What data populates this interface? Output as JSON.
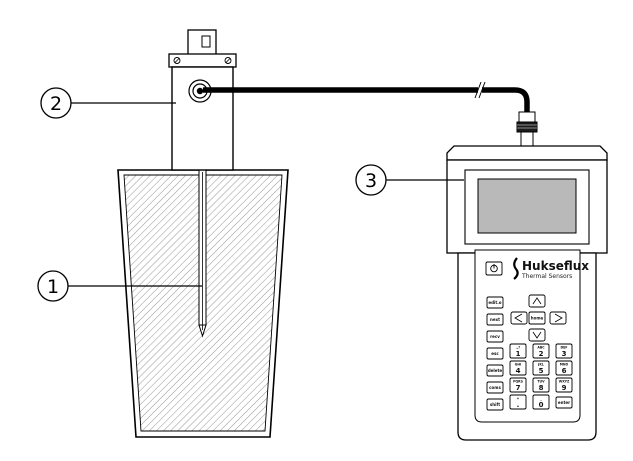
{
  "callouts": [
    {
      "number": "1"
    },
    {
      "number": "2"
    },
    {
      "number": "3"
    }
  ],
  "brand": {
    "name": "Hukseflux",
    "subtitle": "Thermal Sensors"
  },
  "keypad": {
    "left_keys": [
      "edit.o",
      "next",
      "recv",
      "esc",
      "delete",
      "coms",
      "shift"
    ],
    "nav_keys": [
      "home"
    ],
    "digit_keys": [
      {
        "letters": ".,?",
        "digit": "1"
      },
      {
        "letters": "ABC",
        "digit": "2"
      },
      {
        "letters": "DEF",
        "digit": "3"
      },
      {
        "letters": "GHI",
        "digit": "4"
      },
      {
        "letters": "JKL",
        "digit": "5"
      },
      {
        "letters": "MNO",
        "digit": "6"
      },
      {
        "letters": "PQRS",
        "digit": "7"
      },
      {
        "letters": "TUV",
        "digit": "8"
      },
      {
        "letters": "WXYZ",
        "digit": "9"
      },
      {
        "letters": "+",
        "digit": "."
      },
      {
        "letters": "_",
        "digit": "0"
      }
    ],
    "enter_key": "enter"
  },
  "colors": {
    "line": "#000000",
    "screen": "#b9b9b9",
    "hatch": "#8a8a8a"
  }
}
